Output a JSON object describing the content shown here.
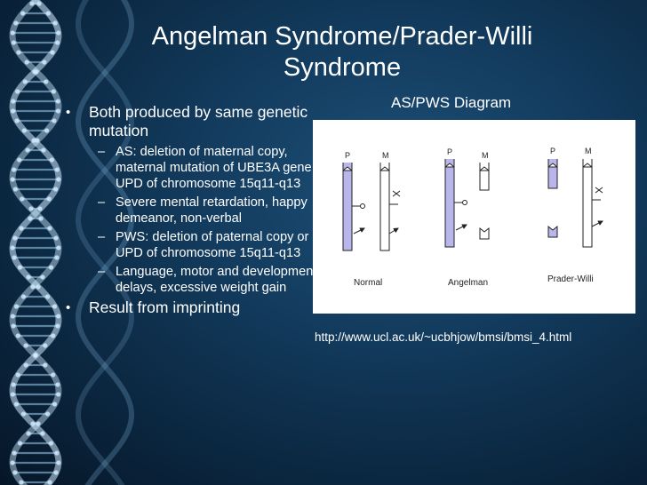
{
  "slide": {
    "title": "Angelman Syndrome/Prader-Willi Syndrome",
    "bullets": [
      {
        "text": "Both produced by same genetic mutation",
        "sub": [
          "AS: deletion of maternal copy, maternal mutation of UBE3A gene or UPD of chromosome 15q11-q13",
          "Severe mental retardation, happy demeanor, non-verbal",
          "PWS: deletion of paternal copy or UPD of chromosome 15q11-q13",
          "Language, motor and developmental delays, excessive weight gain"
        ]
      },
      {
        "text": "Result from imprinting",
        "sub": []
      }
    ],
    "bullet_marker": "•",
    "sub_marker": "–"
  },
  "diagram": {
    "title": "AS/PWS Diagram",
    "paternal_label": "P",
    "maternal_label": "M",
    "panels": [
      "Normal",
      "Angelman",
      "Prader-Willi"
    ],
    "source_url": "http://www.ucl.ac.uk/~ucbhjow/bmsi/bmsi_4.html"
  },
  "colors": {
    "background_dark": "#0b2740",
    "background_light": "#1d4f78",
    "text": "#ffffff",
    "paternal_chromosome": "#b9b6ec"
  },
  "icons": {
    "background_art": "dna-helix-icon"
  }
}
